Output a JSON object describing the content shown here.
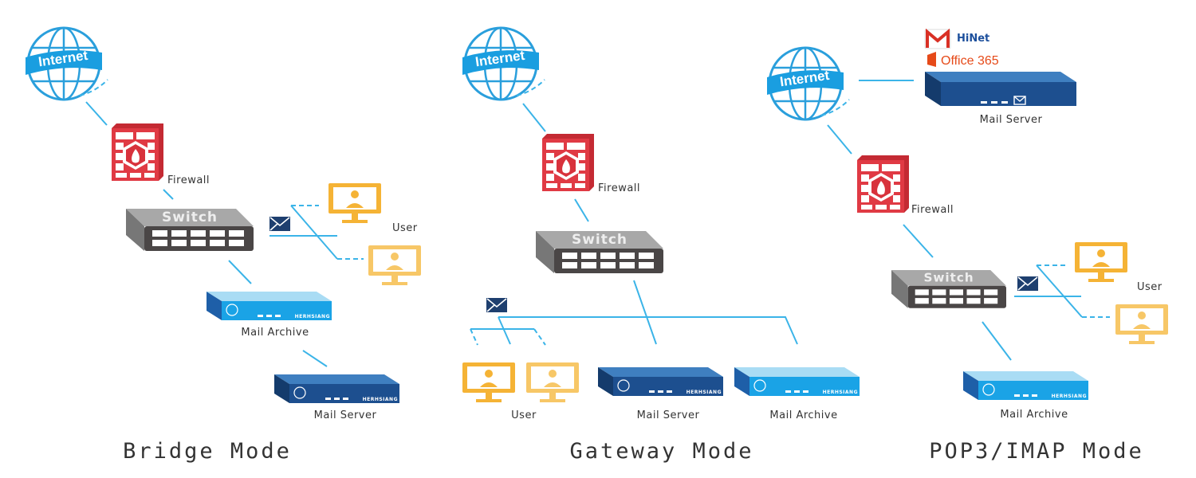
{
  "colors": {
    "line": "#3bb4e8",
    "firewall": "#d8323c",
    "switch": "#4a4a4a",
    "user": "#f5b335",
    "server_dark": "#1d4f8f",
    "archive_light": "#3aa8e0"
  },
  "bridge": {
    "internet": "Internet",
    "firewall": "Firewall",
    "switch": "Switch",
    "user": "User",
    "archive": "Mail Archive",
    "archive_brand": "HERHSIANG",
    "server": "Mail Server",
    "server_brand": "HERHSIANG",
    "title": "Bridge Mode"
  },
  "gateway": {
    "internet": "Internet",
    "firewall": "Firewall",
    "switch": "Switch",
    "user": "User",
    "server": "Mail Server",
    "server_brand": "HERHSIANG",
    "archive": "Mail Archive",
    "archive_brand": "HERHSIANG",
    "title": "Gateway Mode"
  },
  "pop3": {
    "internet": "Internet",
    "provider_gmail": "M",
    "provider_hinet": "HiNet",
    "provider_office": "Office 365",
    "server": "Mail Server",
    "firewall": "Firewall",
    "switch": "Switch",
    "user": "User",
    "archive": "Mail Archive",
    "archive_brand": "HERHSIANG",
    "title": "POP3/IMAP Mode"
  }
}
